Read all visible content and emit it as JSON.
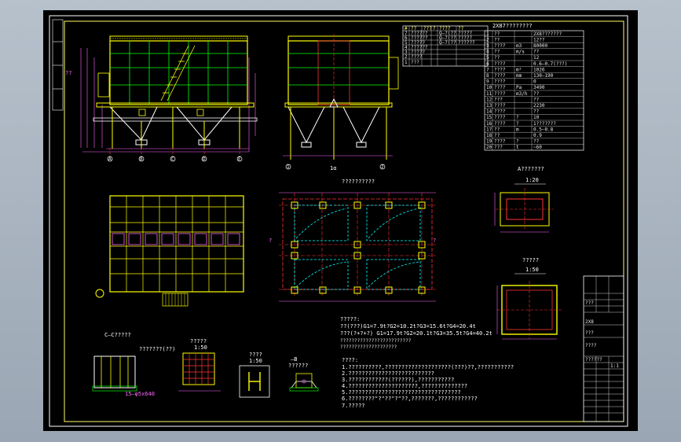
{
  "drawing": {
    "views": {
      "front_elevation_label": "",
      "side_elevation_label": "1α",
      "plan_title": "??????????",
      "section_a_title": "A???????",
      "section_a_scale": "1:20",
      "section_b_title": "?????",
      "section_b_scale": "1:50",
      "detail_c_title": "C—C?????",
      "detail_c_note": "???????(??)",
      "detail_c_dim": "15—φ5x640",
      "detail_d_title": "?????",
      "detail_d_scale": "1:50",
      "detail_e_title": "????",
      "detail_e_scale": "1:50",
      "detail_f_title": "??????",
      "detail_f_sub": "—B"
    },
    "table_title": "2X87????????",
    "parts_table": {
      "headers": [
        "#",
        "??",
        "???",
        "?",
        "????",
        "??"
      ],
      "rows": [
        [
          "7",
          "??????",
          "1",
          "1",
          "Q—?(??",
          "?????"
        ],
        [
          "6",
          "??????",
          "1",
          "1",
          "Q—?(??",
          "?????"
        ],
        [
          "5",
          "?????",
          "1",
          "1",
          "Q—?(??",
          "??????"
        ],
        [
          "4",
          "??????",
          "1",
          "1",
          "?",
          "??"
        ],
        [
          "3",
          "?????",
          "1",
          "1",
          "?",
          "??"
        ],
        [
          "2",
          "????",
          "1",
          "1",
          "?",
          "??"
        ],
        [
          "1",
          "???",
          "1",
          "1",
          "?",
          "???"
        ]
      ]
    },
    "spec_table": {
      "rows": [
        [
          "1",
          "??",
          "",
          "2X8???????"
        ],
        [
          "2",
          "??",
          "",
          "12??"
        ],
        [
          "3",
          "????",
          "m3",
          "80000"
        ],
        [
          "4",
          "??",
          "m/s",
          "??"
        ],
        [
          "5",
          "??",
          "",
          "12"
        ],
        [
          "6",
          "????",
          "",
          "0.6—0.7(???)"
        ],
        [
          "7",
          "????",
          "m²",
          "1026"
        ],
        [
          "8",
          "????",
          "mm",
          "130—190"
        ],
        [
          "9",
          "????",
          "",
          "0"
        ],
        [
          "10",
          "????",
          "Pa",
          "3490"
        ],
        [
          "11",
          "????",
          "m3/h",
          "??"
        ],
        [
          "12",
          "???",
          "",
          "??"
        ],
        [
          "13",
          "????",
          "",
          "2230"
        ],
        [
          "14",
          "????",
          "",
          "??"
        ],
        [
          "15",
          "????",
          "?",
          "10"
        ],
        [
          "16",
          "????",
          "?",
          "1???????"
        ],
        [
          "17",
          "??",
          "m",
          "0.5—0.8"
        ],
        [
          "18",
          "??",
          "",
          "0.9"
        ],
        [
          "19",
          "????",
          "?",
          "??"
        ],
        [
          "20",
          "???",
          "t",
          "~60"
        ]
      ]
    },
    "load_notes": [
      "?????:",
      "??(???)G1=7.9t?G2=10.2t?G3=15.6t?G4=20.4t",
      "???(?+?+?) G1=17.9t?G2=20.1t?G3=35.5t?G4=40.2t",
      "?????????????????????????",
      "  ????????????????????"
    ],
    "tech_notes": [
      "????:",
      "1.??????????,????????????????????(???)??,???????????",
      "2.??????????????????????????",
      "3.????????????(??????),???????????",
      "4.?????????????????????,??????????????",
      "5.??????????????????????????????????",
      "6.????????\"?\"??\"?\"??,???????,????????????",
      "7.?????"
    ],
    "title_block": {
      "row1": "???",
      "row2": "2X8",
      "row3": "???",
      "row4": "????",
      "row5": "??????",
      "sheet": "1:1"
    },
    "axis_labels": {
      "front": [
        "A",
        "B",
        "C",
        "D",
        "E"
      ],
      "side": [
        "1",
        "2"
      ],
      "plan_rows": [
        "?",
        "?"
      ]
    },
    "colors": {
      "background": "#000000",
      "frame": "#ffffff",
      "structure": "#ffff00",
      "grid": "#00ff00",
      "axis": "#ff3333",
      "dimension": "#ff66ff",
      "section": "#00ffff",
      "text": "#ffffff"
    }
  }
}
